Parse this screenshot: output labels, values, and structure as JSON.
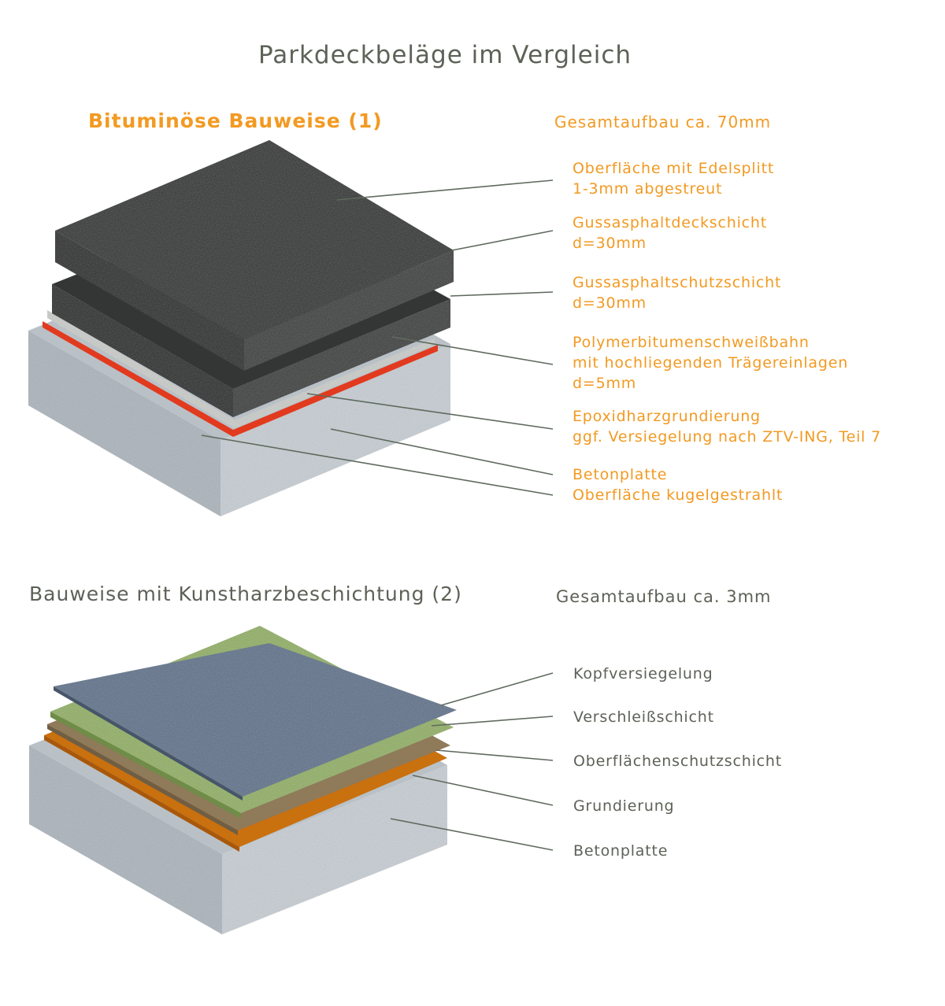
{
  "title": "Parkdeckbeläge im Vergleich",
  "colors": {
    "accent_orange": "#f29a22",
    "text_grey": "#5d6257",
    "leader_line": "#5f6a5e",
    "asphalt": "#2f3030",
    "concrete": "#b4bcc3",
    "red_primer": "#e23a1f",
    "blue_seal": "#5d6f88",
    "green_wear": "#8fae62",
    "brown_protect": "#8f7a5a",
    "orange_primer": "#c9700f"
  },
  "section1": {
    "title": "Bituminöse Bauweise (1)",
    "total": "Gesamtaufbau ca. 70mm",
    "layers": [
      {
        "name": "surface",
        "lines": [
          "Oberfläche mit Edelsplitt",
          "1-3mm abgestreut"
        ]
      },
      {
        "name": "deck",
        "lines": [
          "Gussasphaltdeckschicht",
          "d=30mm"
        ]
      },
      {
        "name": "protection",
        "lines": [
          "Gussasphaltschutzschicht",
          "d=30mm"
        ]
      },
      {
        "name": "membrane",
        "lines": [
          "Polymerbitumenschweißbahn",
          "mit hochliegenden Trägereinlagen",
          "d=5mm"
        ]
      },
      {
        "name": "primer",
        "lines": [
          "Epoxidharzgrundierung",
          "ggf. Versiegelung nach ZTV-ING, Teil 7"
        ]
      },
      {
        "name": "concrete",
        "lines": [
          "Betonplatte",
          "Oberfläche kugelgestrahlt"
        ]
      }
    ]
  },
  "section2": {
    "title": "Bauweise mit Kunstharzbeschichtung (2)",
    "total": "Gesamtaufbau ca. 3mm",
    "layers": [
      {
        "name": "top-seal",
        "lines": [
          "Kopfversiegelung"
        ]
      },
      {
        "name": "wear",
        "lines": [
          "Verschleißschicht"
        ]
      },
      {
        "name": "surface-protection",
        "lines": [
          "Oberflächenschutzschicht"
        ]
      },
      {
        "name": "primer",
        "lines": [
          "Grundierung"
        ]
      },
      {
        "name": "concrete",
        "lines": [
          "Betonplatte"
        ]
      }
    ]
  }
}
